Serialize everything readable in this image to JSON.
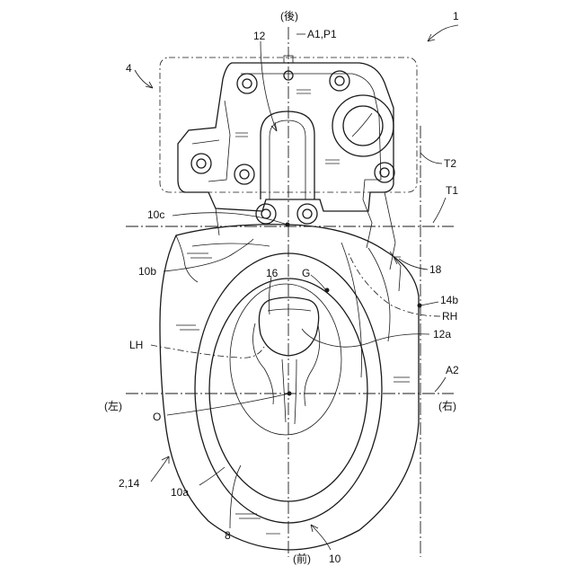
{
  "figure": {
    "ref_main": "1",
    "labels": {
      "rear": "(後)",
      "front": "(前)",
      "left": "(左)",
      "right": "(右)",
      "a1p1": "A1,P1",
      "n12": "12",
      "n4": "4",
      "t2": "T2",
      "t1": "T1",
      "n10c": "10c",
      "n10b": "10b",
      "n16": "16",
      "g": "G",
      "n18": "18",
      "n14b": "14b",
      "rh": "RH",
      "n12a": "12a",
      "lh": "LH",
      "a2": "A2",
      "o": "O",
      "n2_14": "2,14",
      "n10a": "10a",
      "n8": "8",
      "n10": "10"
    }
  }
}
